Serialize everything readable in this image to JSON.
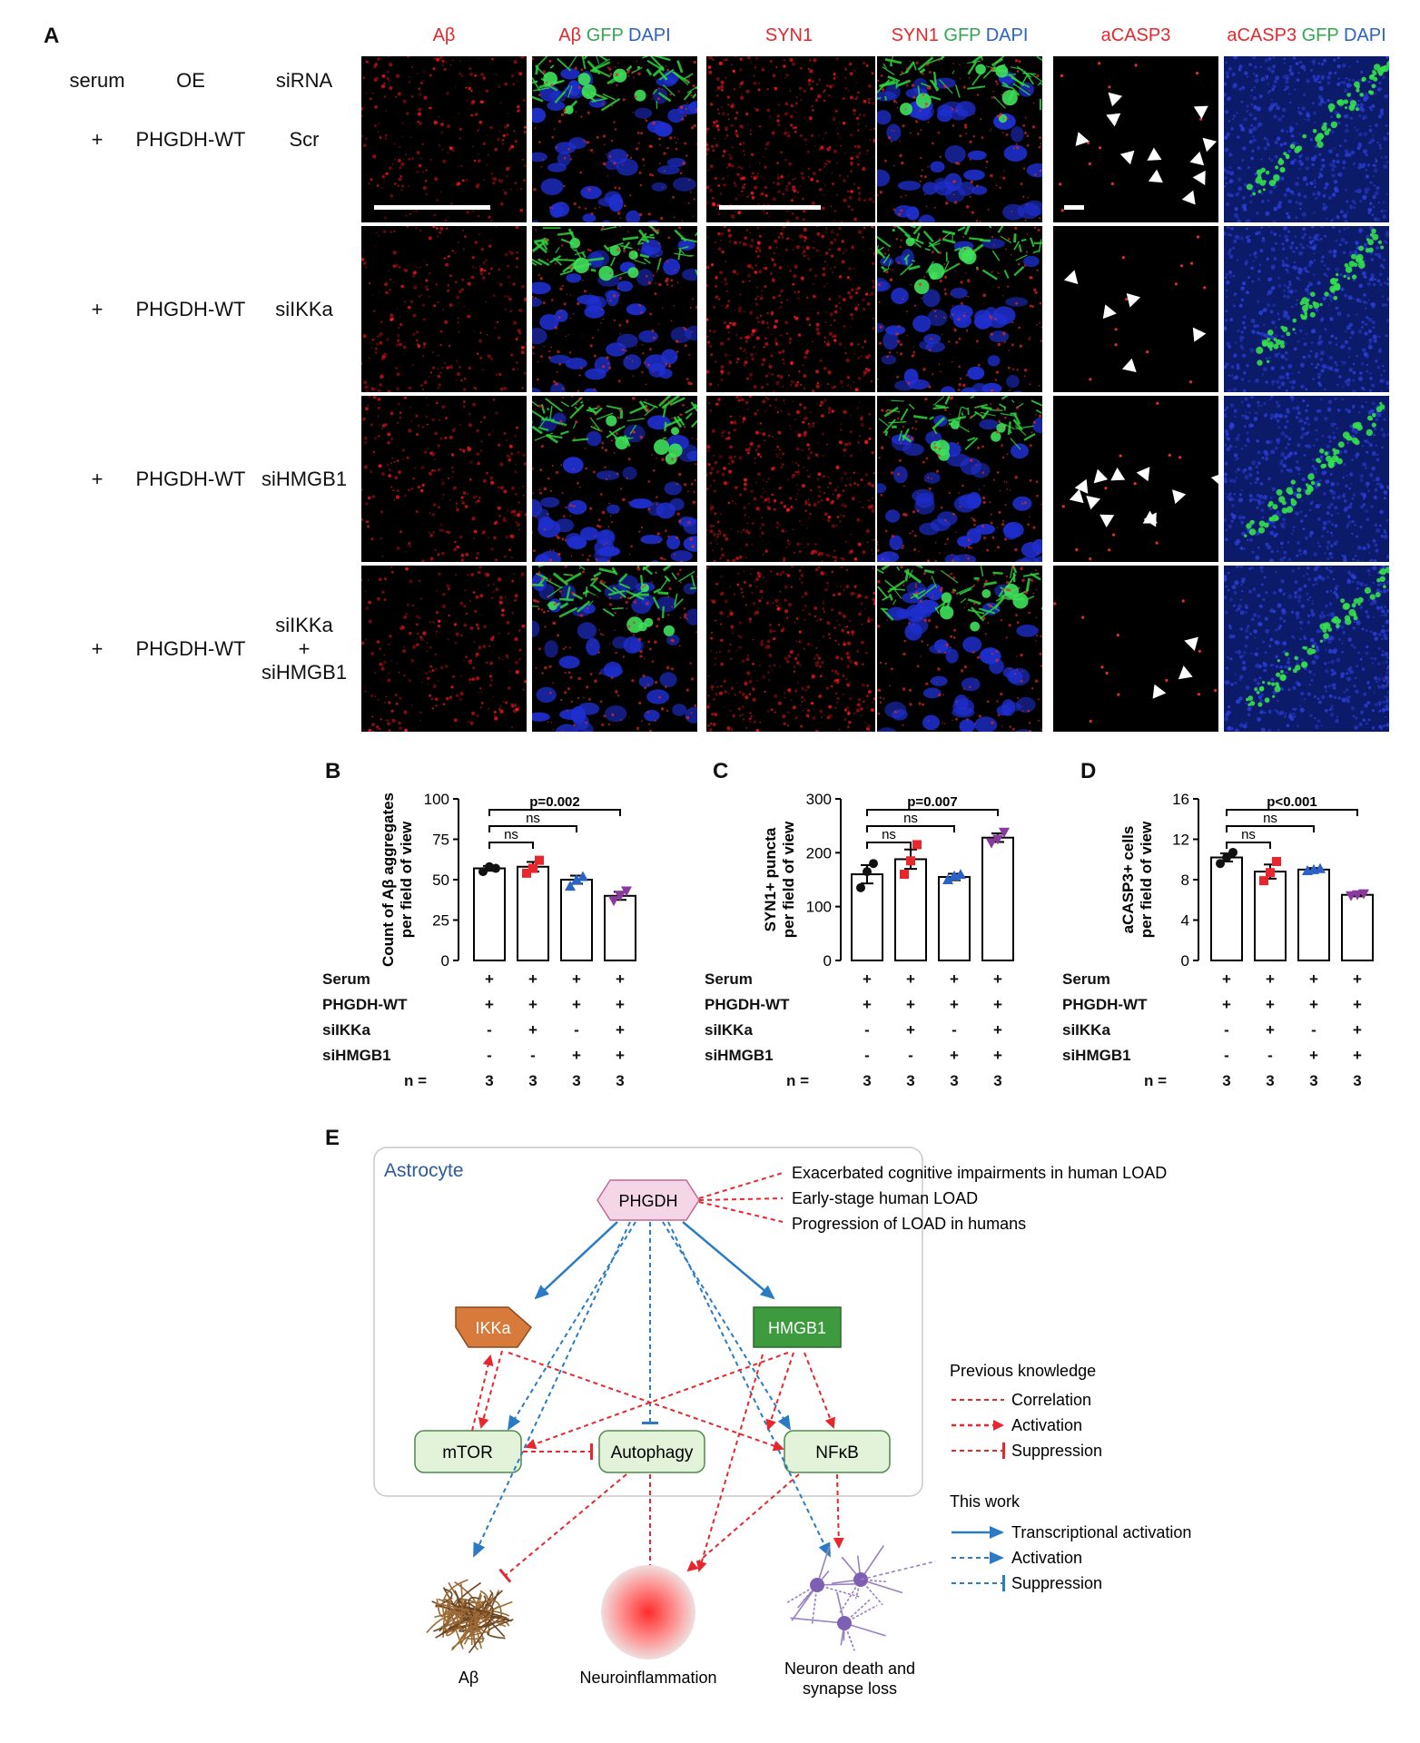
{
  "panel_labels": {
    "A": "A",
    "B": "B",
    "C": "C",
    "D": "D",
    "E": "E"
  },
  "col_headers": [
    {
      "parts": [
        {
          "t": "Aβ",
          "c": "#e8262b"
        }
      ]
    },
    {
      "parts": [
        {
          "t": "Aβ ",
          "c": "#e8262b"
        },
        {
          "t": "GFP",
          "c": "#2fa84f"
        },
        {
          "t": " DAPI",
          "c": "#2a62c9"
        }
      ]
    },
    {
      "parts": [
        {
          "t": "SYN1",
          "c": "#e8262b"
        }
      ]
    },
    {
      "parts": [
        {
          "t": "SYN1 ",
          "c": "#e8262b"
        },
        {
          "t": "GFP",
          "c": "#2fa84f"
        },
        {
          "t": " DAPI",
          "c": "#2a62c9"
        }
      ]
    },
    {
      "parts": [
        {
          "t": "aCASP3",
          "c": "#e8262b"
        }
      ]
    },
    {
      "parts": [
        {
          "t": "aCASP3 ",
          "c": "#e8262b"
        },
        {
          "t": "GFP",
          "c": "#2fa84f"
        },
        {
          "t": " DAPI",
          "c": "#2a62c9"
        }
      ]
    }
  ],
  "row_headers": {
    "serum": "serum",
    "oe": "OE",
    "sirna": "siRNA"
  },
  "rows": [
    {
      "serum": "+",
      "oe": "PHGDH-WT",
      "sirna": [
        "Scr"
      ]
    },
    {
      "serum": "+",
      "oe": "PHGDH-WT",
      "sirna": [
        "siIKKa"
      ]
    },
    {
      "serum": "+",
      "oe": "PHGDH-WT",
      "sirna": [
        "siHMGB1"
      ]
    },
    {
      "serum": "+",
      "oe": "PHGDH-WT",
      "sirna": [
        "siIKKa",
        "+",
        "siHMGB1"
      ]
    }
  ],
  "chart_data": [
    {
      "panel": "B",
      "type": "bar",
      "ylabel": "Count of Aβ aggregates per field of view",
      "ylim": [
        0,
        100
      ],
      "yticks": [
        0,
        25,
        50,
        75,
        100
      ],
      "values": [
        57,
        58,
        50,
        40
      ],
      "errors": [
        1.5,
        3.0,
        2.5,
        2.5
      ],
      "points": [
        [
          55,
          58,
          57
        ],
        [
          54,
          57,
          62
        ],
        [
          46,
          50,
          52
        ],
        [
          37,
          40,
          43
        ]
      ],
      "marker_colors": [
        "#111111",
        "#e8262b",
        "#2a62c9",
        "#8a3a9e"
      ],
      "markers": [
        "circle",
        "square",
        "triangle-up",
        "triangle-down"
      ],
      "comparisons": [
        {
          "from": 0,
          "to": 1,
          "label": "ns"
        },
        {
          "from": 0,
          "to": 2,
          "label": "ns"
        },
        {
          "from": 0,
          "to": 3,
          "label": "p=0.002"
        }
      ],
      "table": {
        "row_labels": [
          "Serum",
          "PHGDH-WT",
          "siIKKa",
          "siHMGB1",
          "n ="
        ],
        "cells": [
          [
            "+",
            "+",
            "+",
            "+"
          ],
          [
            "+",
            "+",
            "+",
            "+"
          ],
          [
            "-",
            "+",
            "-",
            "+"
          ],
          [
            "-",
            "-",
            "+",
            "+"
          ],
          [
            "3",
            "3",
            "3",
            "3"
          ]
        ]
      }
    },
    {
      "panel": "C",
      "type": "bar",
      "ylabel": "SYN1+ puncta per field of view",
      "ylim": [
        0,
        300
      ],
      "yticks": [
        0,
        100,
        200,
        300
      ],
      "values": [
        160,
        188,
        155,
        228
      ],
      "errors": [
        17,
        18,
        6,
        8
      ],
      "points": [
        [
          135,
          165,
          180
        ],
        [
          160,
          185,
          215
        ],
        [
          150,
          157,
          160
        ],
        [
          218,
          225,
          238
        ]
      ],
      "marker_colors": [
        "#111111",
        "#e8262b",
        "#2a62c9",
        "#8a3a9e"
      ],
      "markers": [
        "circle",
        "square",
        "triangle-up",
        "triangle-down"
      ],
      "comparisons": [
        {
          "from": 0,
          "to": 1,
          "label": "ns"
        },
        {
          "from": 0,
          "to": 2,
          "label": "ns"
        },
        {
          "from": 0,
          "to": 3,
          "label": "p=0.007"
        }
      ],
      "table": {
        "row_labels": [
          "Serum",
          "PHGDH-WT",
          "siIKKa",
          "siHMGB1",
          "n ="
        ],
        "cells": [
          [
            "+",
            "+",
            "+",
            "+"
          ],
          [
            "+",
            "+",
            "+",
            "+"
          ],
          [
            "-",
            "+",
            "-",
            "+"
          ],
          [
            "-",
            "-",
            "+",
            "+"
          ],
          [
            "3",
            "3",
            "3",
            "3"
          ]
        ]
      }
    },
    {
      "panel": "D",
      "type": "bar",
      "ylabel": "aCASP3+ cells per field of view",
      "ylim": [
        0,
        16
      ],
      "yticks": [
        0,
        4,
        8,
        12,
        16
      ],
      "values": [
        10.2,
        8.8,
        9.0,
        6.5
      ],
      "errors": [
        0.4,
        0.7,
        0.15,
        0.15
      ],
      "points": [
        [
          9.6,
          10.2,
          10.7
        ],
        [
          7.9,
          8.7,
          9.8
        ],
        [
          8.9,
          9.0,
          9.1
        ],
        [
          6.4,
          6.5,
          6.6
        ]
      ],
      "marker_colors": [
        "#111111",
        "#e8262b",
        "#2a62c9",
        "#8a3a9e"
      ],
      "markers": [
        "circle",
        "square",
        "triangle-up",
        "triangle-down"
      ],
      "comparisons": [
        {
          "from": 0,
          "to": 1,
          "label": "ns"
        },
        {
          "from": 0,
          "to": 2,
          "label": "ns"
        },
        {
          "from": 0,
          "to": 3,
          "label": "p<0.001"
        }
      ],
      "table": {
        "row_labels": [
          "Serum",
          "PHGDH-WT",
          "siIKKa",
          "siHMGB1",
          "n ="
        ],
        "cells": [
          [
            "+",
            "+",
            "+",
            "+"
          ],
          [
            "+",
            "+",
            "+",
            "+"
          ],
          [
            "-",
            "+",
            "-",
            "+"
          ],
          [
            "-",
            "-",
            "+",
            "+"
          ],
          [
            "3",
            "3",
            "3",
            "3"
          ]
        ]
      }
    }
  ],
  "diagram": {
    "astrocyte_label": "Astrocyte",
    "phgdh": "PHGDH",
    "ikka": "IKKa",
    "hmgb1": "HMGB1",
    "mtor": "mTOR",
    "autophagy": "Autophagy",
    "nfkb": "NFκB",
    "clinical": [
      "Exacerbated cognitive impairments in human LOAD",
      "Early-stage human LOAD",
      "Progression of LOAD in humans"
    ],
    "outcomes": {
      "abeta": "Aβ",
      "neuroinflammation": "Neuroinflammation",
      "neuron": [
        "Neuron death and",
        "synapse loss"
      ]
    },
    "legend": {
      "previous_title": "Previous knowledge",
      "previous": [
        "Correlation",
        "Activation",
        "Suppression"
      ],
      "this_title": "This work",
      "this": [
        "Transcriptional activation",
        "Activation",
        "Suppression"
      ]
    },
    "colors": {
      "red": "#e8262b",
      "blue": "#2b7bc4",
      "box_fill": "#e3f3da",
      "ikka_fill": "#d87a3c",
      "hmgb1_fill": "#3e9a3e",
      "phgdh_fill": "#f5d6e6"
    }
  }
}
